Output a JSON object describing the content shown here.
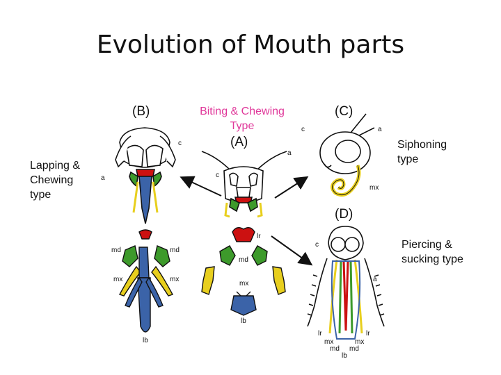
{
  "title": "Evolution of Mouth parts",
  "captions": {
    "biting_line1": "Biting & Chewing",
    "biting_line2": "Type",
    "lapping_line1": "Lapping &",
    "lapping_line2": "Chewing",
    "lapping_line3": "type",
    "siphoning_line1": "Siphoning",
    "siphoning_line2": "type",
    "piercing_line1": "Piercing &",
    "piercing_line2": "sucking type"
  },
  "panel_labels": {
    "A": "(A)",
    "B": "(B)",
    "C": "(C)",
    "D": "(D)"
  },
  "part_labels": {
    "c": "c",
    "a": "a",
    "lr": "lr",
    "md": "md",
    "mx": "mx",
    "lb": "lb"
  },
  "colors": {
    "labrum": "#cc1111",
    "mandible": "#3d9a2b",
    "maxilla": "#e8cf1e",
    "labium": "#3b63a8",
    "caption_accent": "#e0389a",
    "outline": "#111111"
  }
}
